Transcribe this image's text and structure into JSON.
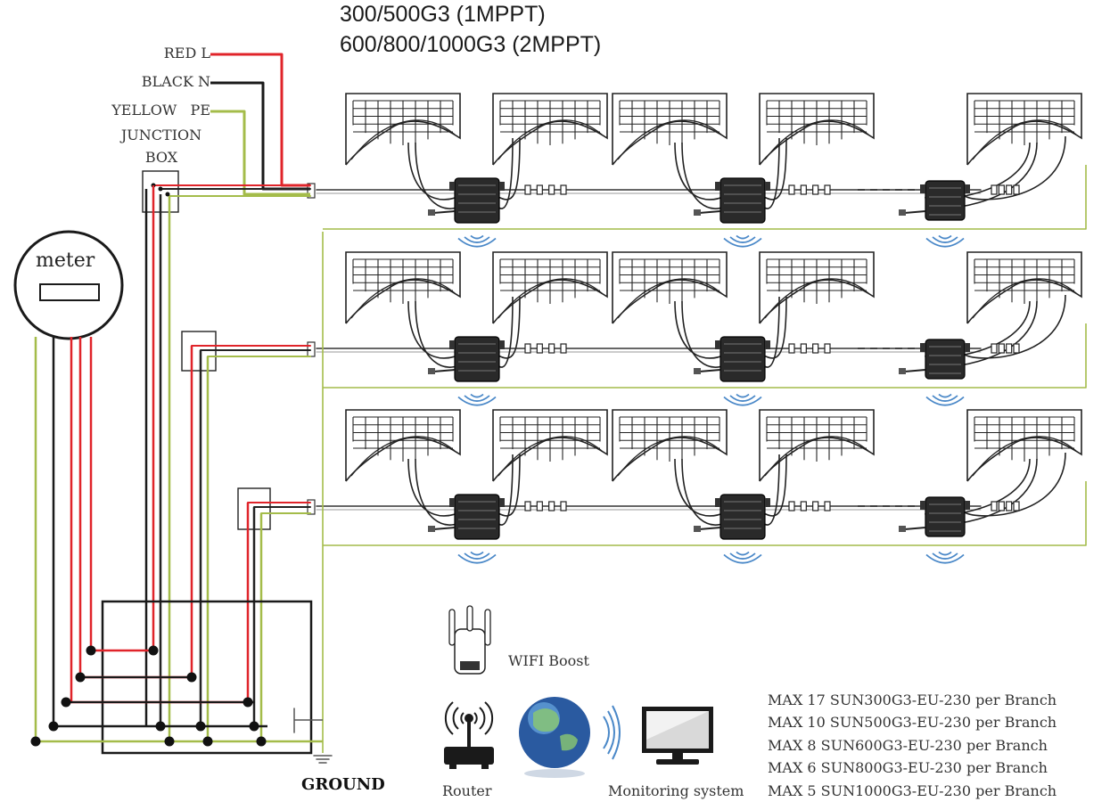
{
  "title": {
    "line1": "300/500G3 (1MPPT)",
    "line2": "600/800/1000G3 (2MPPT)"
  },
  "wire_legend": {
    "red": "RED L",
    "black": "BLACK N",
    "yellow": "YELLOW   PE",
    "junction_line1": "JUNCTION",
    "junction_line2": "BOX"
  },
  "meter_label": "meter",
  "wifi_label": "WIFI Boost",
  "router_label": "Router",
  "monitoring_label": "Monitoring system",
  "ground_label": "GROUND",
  "max_per_branch": [
    "MAX 17 SUN300G3-EU-230 per Branch",
    "MAX 10 SUN500G3-EU-230 per Branch",
    "MAX 8 SUN600G3-EU-230 per Branch",
    "MAX 6 SUN800G3-EU-230 per Branch",
    "MAX 5 SUN1000G3-EU-230 per Branch"
  ],
  "colors": {
    "live": "#e0242a",
    "neutral": "#1a1a1a",
    "earth": "#a4bc4a",
    "signal": "#4a88c8",
    "panel_stroke": "#222222"
  },
  "icons": [
    "solar-panel-icon",
    "microinverter-icon",
    "wireless-signal-icon",
    "wifi-booster-icon",
    "router-icon",
    "globe-icon",
    "monitor-icon",
    "ground-icon",
    "meter-icon"
  ]
}
